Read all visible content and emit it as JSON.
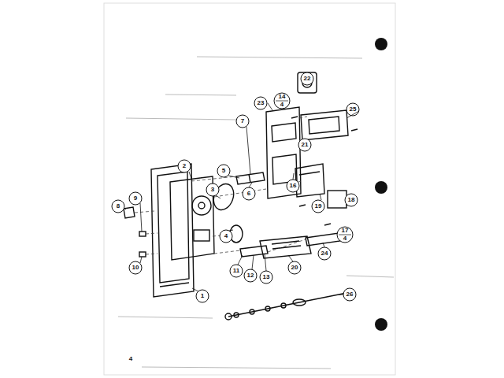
{
  "diagram": {
    "labels": [
      "22",
      "14",
      "4",
      "23",
      "25",
      "7",
      "21",
      "2",
      "5",
      "16",
      "19",
      "18",
      "3",
      "6",
      "8",
      "9",
      "4",
      "17",
      "4",
      "24",
      "10",
      "20",
      "11",
      "12",
      "13",
      "1",
      "26",
      "4"
    ]
  }
}
